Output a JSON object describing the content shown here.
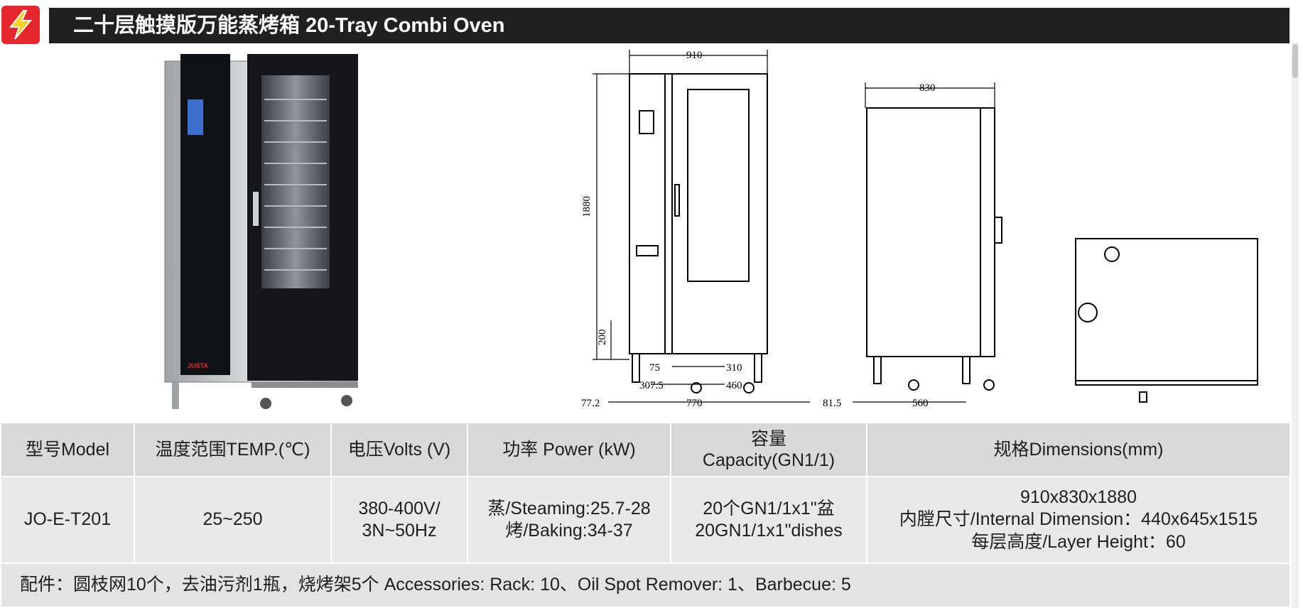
{
  "header": {
    "title": "二十层触摸版万能蒸烤箱 20-Tray Combi Oven",
    "logo_icon": "lightning-bolt-icon",
    "accent": "#e5262c",
    "bar_color": "#221f20"
  },
  "drawing": {
    "front_width": "910",
    "front_height": "1880",
    "leg_height": "200",
    "dim_75": "75",
    "dim_310": "310",
    "dim_307_5": "307.5",
    "dim_460": "460",
    "dim_77_2": "77.2",
    "dim_770": "770",
    "side_width": "830",
    "dim_81_5": "81.5",
    "dim_560": "560"
  },
  "table": {
    "headers": {
      "model": "型号Model",
      "temp": "温度范围TEMP.(℃)",
      "volts": "电压Volts (V)",
      "power": "功率 Power (kW)",
      "capacity_l1": "容量",
      "capacity_l2": "Capacity(GN1/1)",
      "dimensions": "规格Dimensions(mm)"
    },
    "row": {
      "model": "JO-E-T201",
      "temp": "25~250",
      "volts_l1": "380-400V/",
      "volts_l2": "3N~50Hz",
      "power_l1": "蒸/Steaming:25.7-28",
      "power_l2": "烤/Baking:34-37",
      "capacity_l1": "20个GN1/1x1\"盆",
      "capacity_l2": "20GN1/1x1\"dishes",
      "dim_l1": "910x830x1880",
      "dim_l2": "内膛尺寸/Internal Dimension：440x645x1515",
      "dim_l3": "每层高度/Layer Height：60"
    },
    "accessories": "配件：圆枝网10个，去油污剂1瓶，烧烤架5个   Accessories: Rack: 10、Oil Spot Remover: 1、Barbecue: 5"
  },
  "product": {
    "brand": "JUSTA"
  }
}
